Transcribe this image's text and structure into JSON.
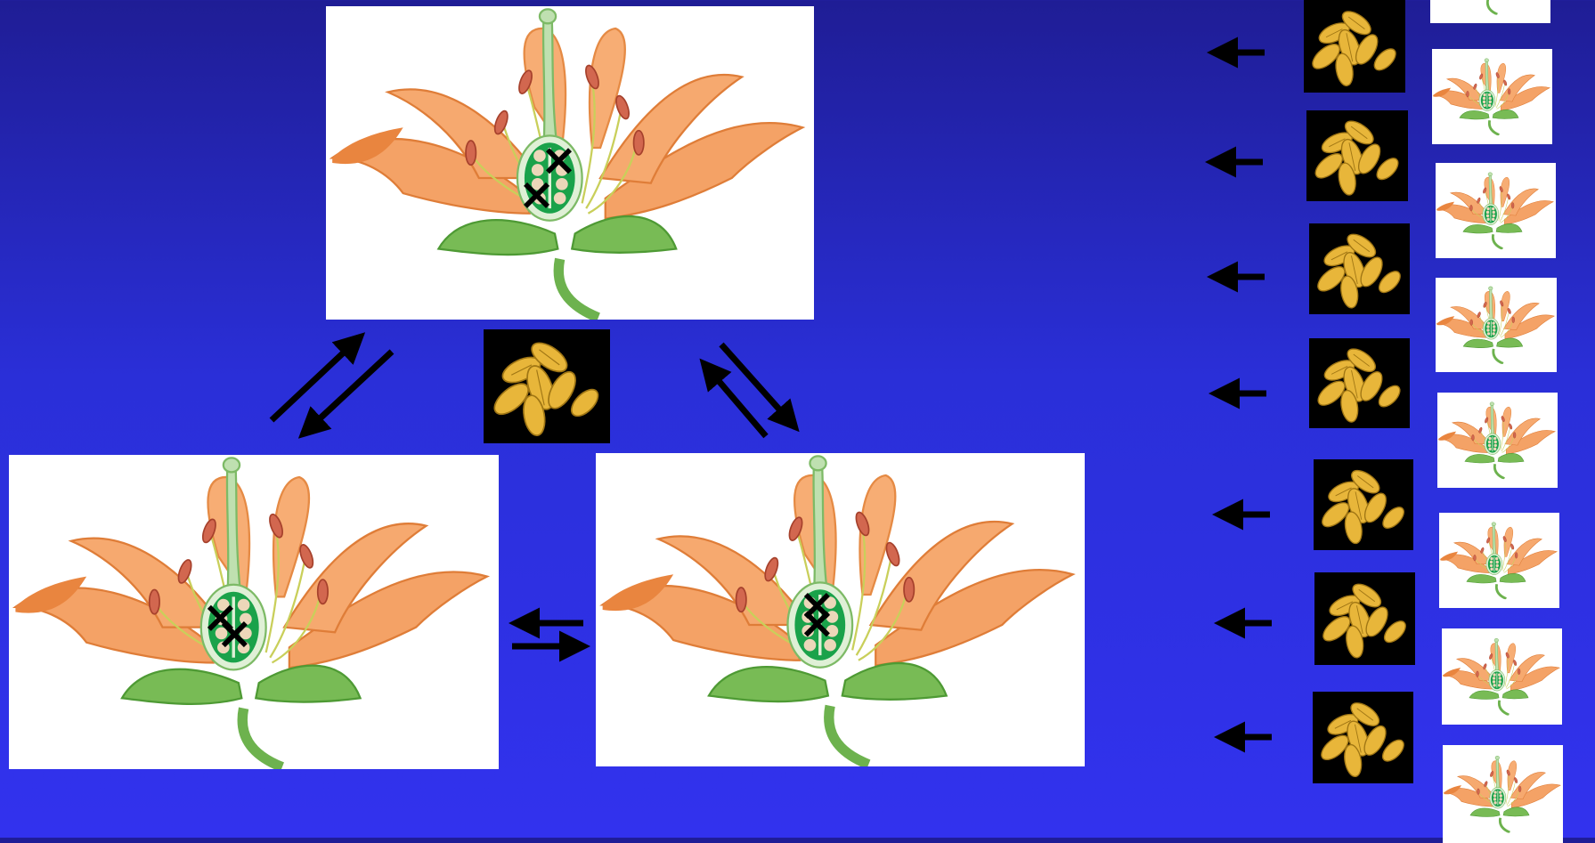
{
  "colors": {
    "background_top": "#1f1d95",
    "background_bottom": "#3232ee",
    "petal": "#f4a266",
    "ovary": "#1aa24a",
    "pollen": "#e8b63a",
    "arrow": "#000000"
  },
  "main_flowers": [
    {
      "name": "flower-top",
      "marks": "two-crossed"
    },
    {
      "name": "flower-bottom-left",
      "marks": "two-crossed"
    },
    {
      "name": "flower-bottom-right",
      "marks": "two-stacked"
    }
  ],
  "right_column": {
    "flower_count": 8,
    "pollen_count": 7
  }
}
